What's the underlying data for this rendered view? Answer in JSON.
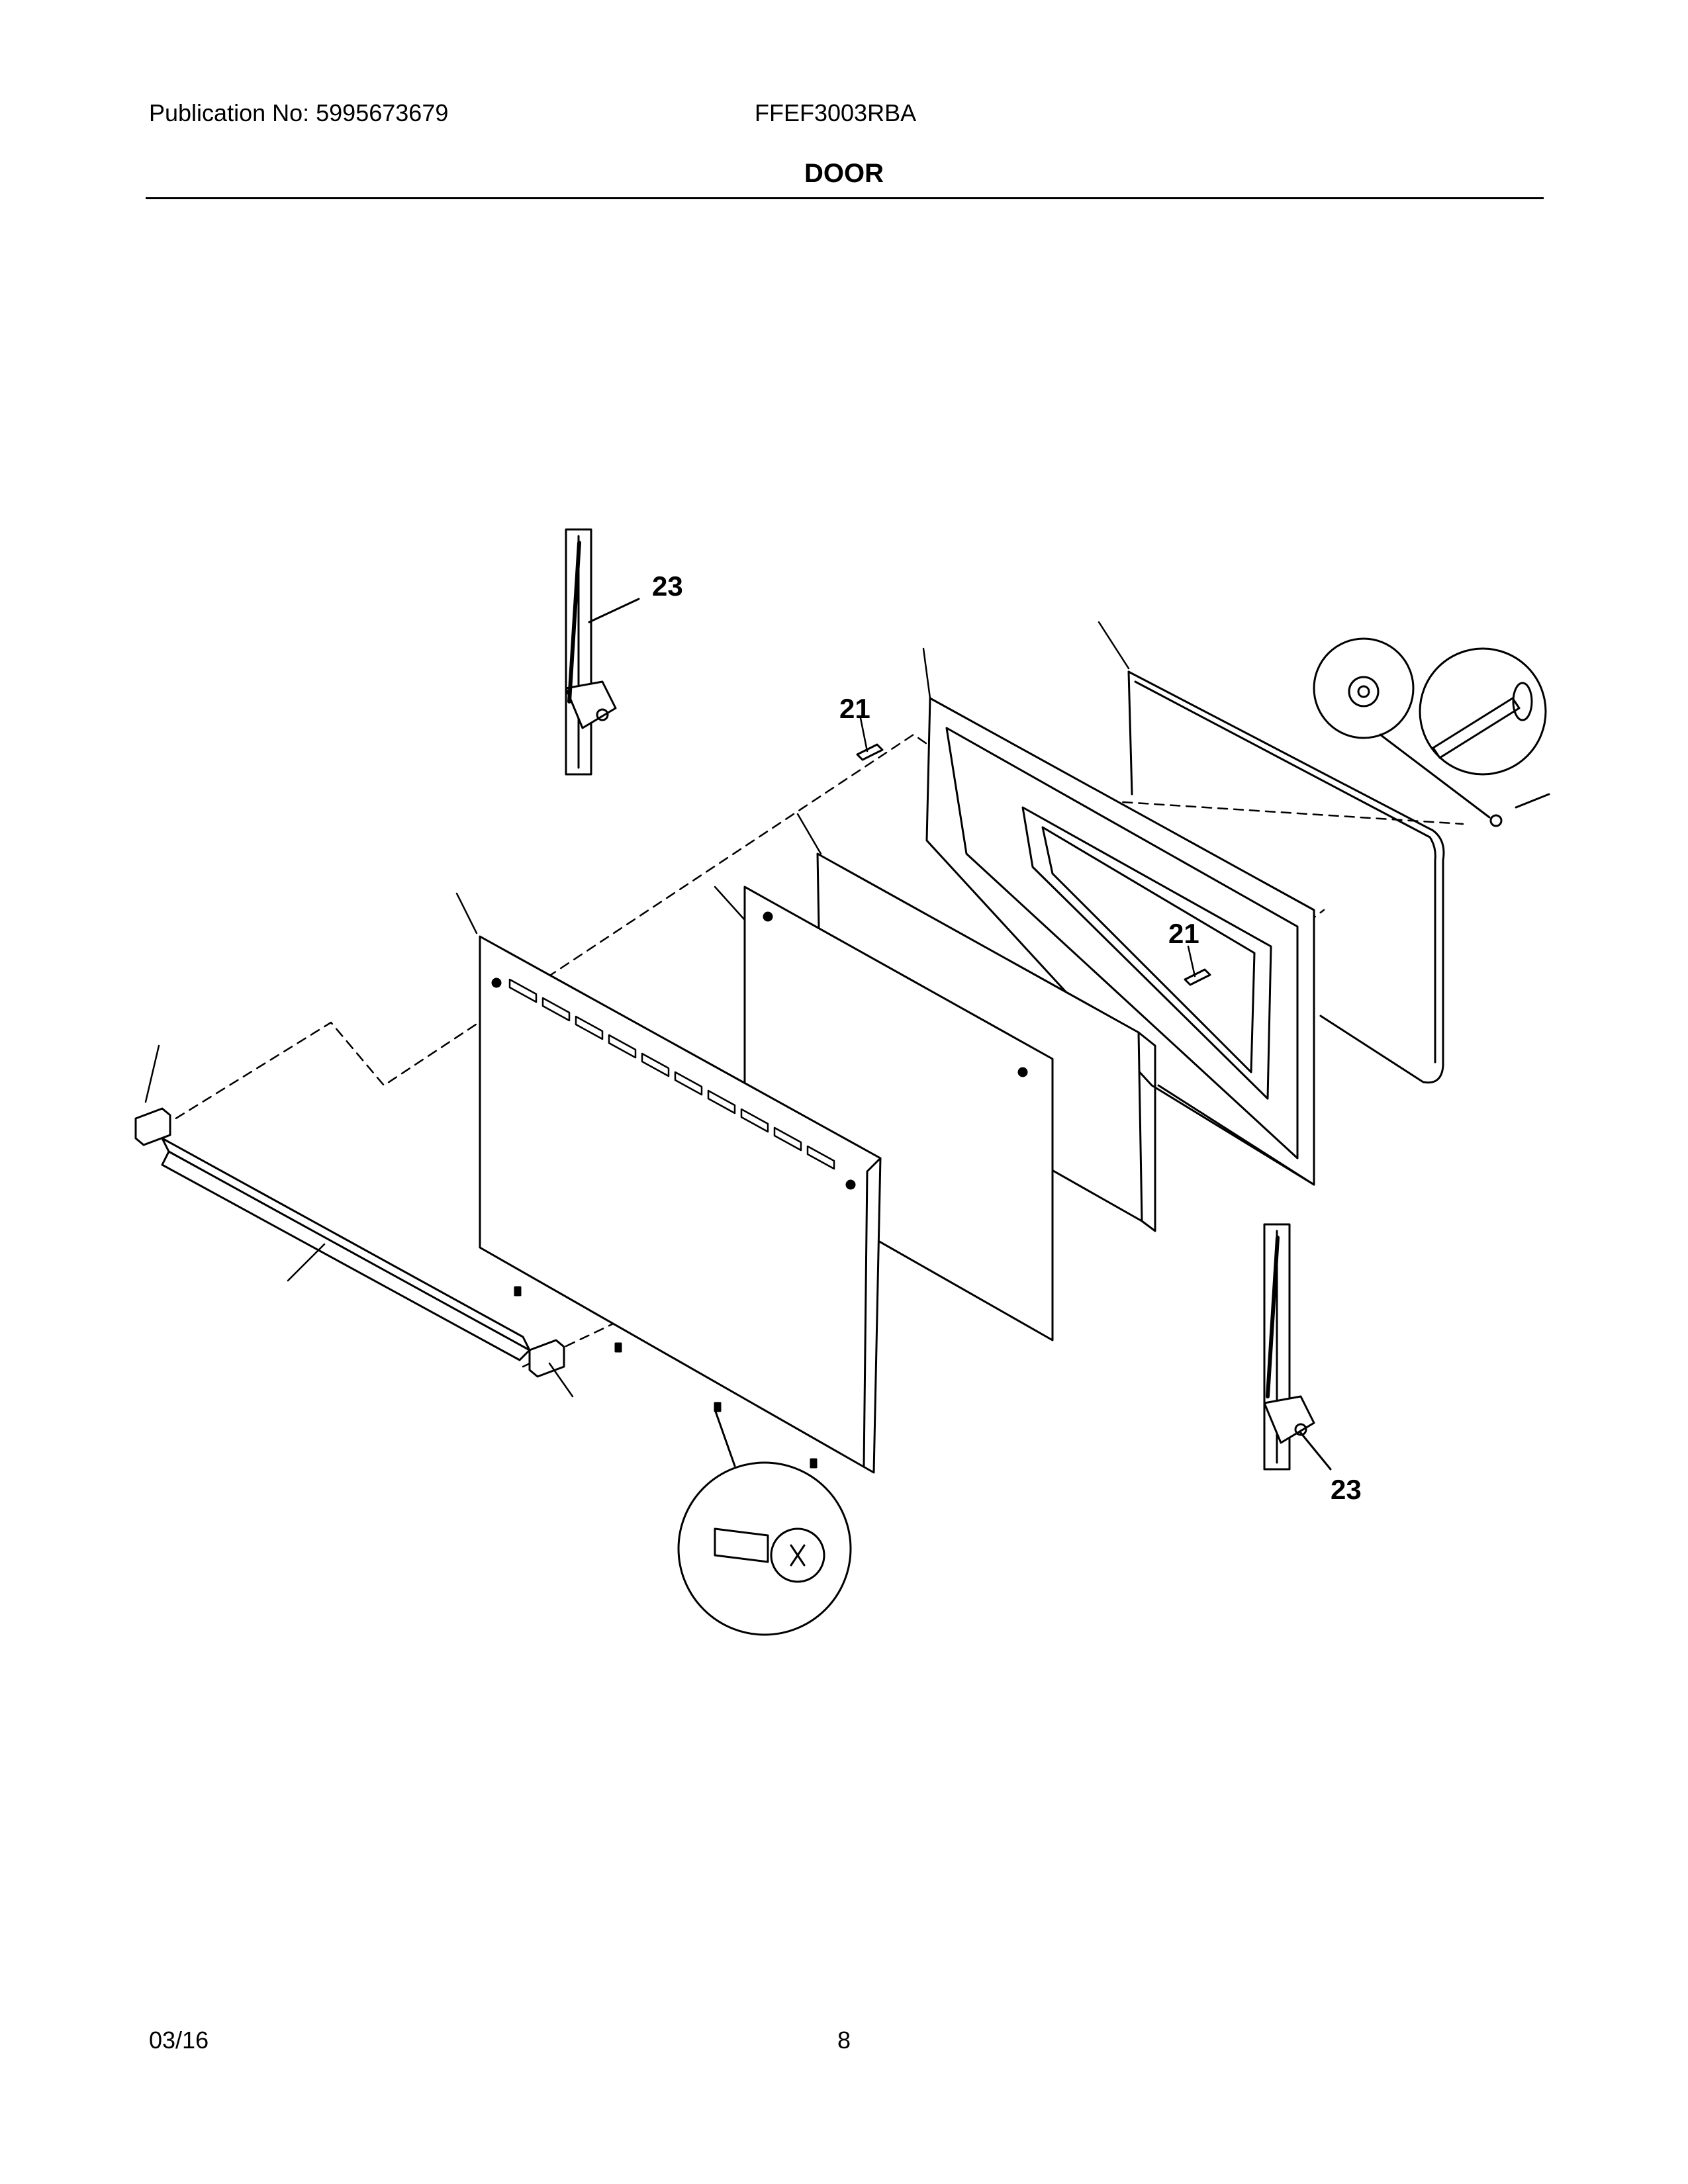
{
  "header": {
    "publication": "Publication No: 5995673679",
    "model": "FFEF3003RBA",
    "title": "DOOR"
  },
  "footer": {
    "date": "03/16",
    "page": "8"
  },
  "labels": {
    "hinge_top": "23",
    "hinge_bottom": "23",
    "clip_top": "21",
    "clip_mid": "21"
  }
}
